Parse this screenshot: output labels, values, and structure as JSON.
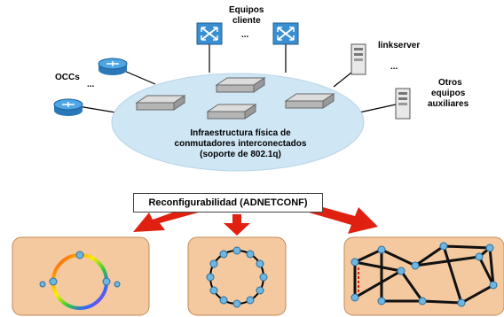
{
  "labels": {
    "equipos_cliente_1": "Equipos",
    "equipos_cliente_2": "cliente",
    "equipos_dots": "...",
    "linkserver": "linkserver",
    "linkserver_dots": "...",
    "occs": "OCCs",
    "occs_dots": "...",
    "otros_1": "Otros",
    "otros_2": "equipos",
    "otros_3": "auxiliares",
    "infra_1": "Infraestructura física de",
    "infra_2": "conmutadores interconectados",
    "infra_3": "(soporte de 802.1q)",
    "reconfig": "Reconfigurabilidad (ADNETCONF)"
  },
  "icons": {
    "router": "router-icon",
    "switch": "switch-icon",
    "server": "server-icon",
    "node": "network-node-icon"
  },
  "colors": {
    "cloud": "#cfe6f5",
    "router": "#3a8fd0",
    "arrow": "#e02010",
    "panel": "#f4c9a0",
    "node": "#6fb6e0"
  }
}
